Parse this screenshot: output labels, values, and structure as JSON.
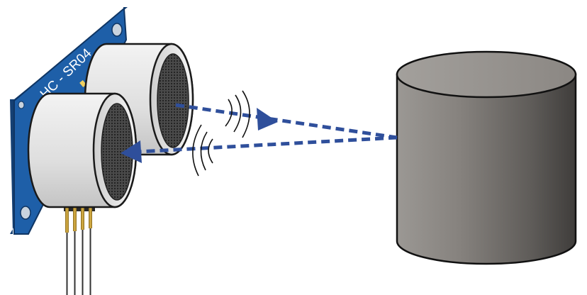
{
  "sensor": {
    "label": "HC - SR04"
  },
  "colors": {
    "board_blue": "#1e5fa8",
    "board_blue_dark": "#143f73",
    "wave_arrow": "#2f4f9b",
    "transducer_shell": "#e4e4e4",
    "mesh": "#3a3a3a",
    "obstacle_gray": "#7b7875",
    "obstacle_top": "#9a9692"
  },
  "icons": {
    "outgoing_wave": "sound-wave-arcs",
    "returning_wave": "sound-wave-arcs"
  }
}
